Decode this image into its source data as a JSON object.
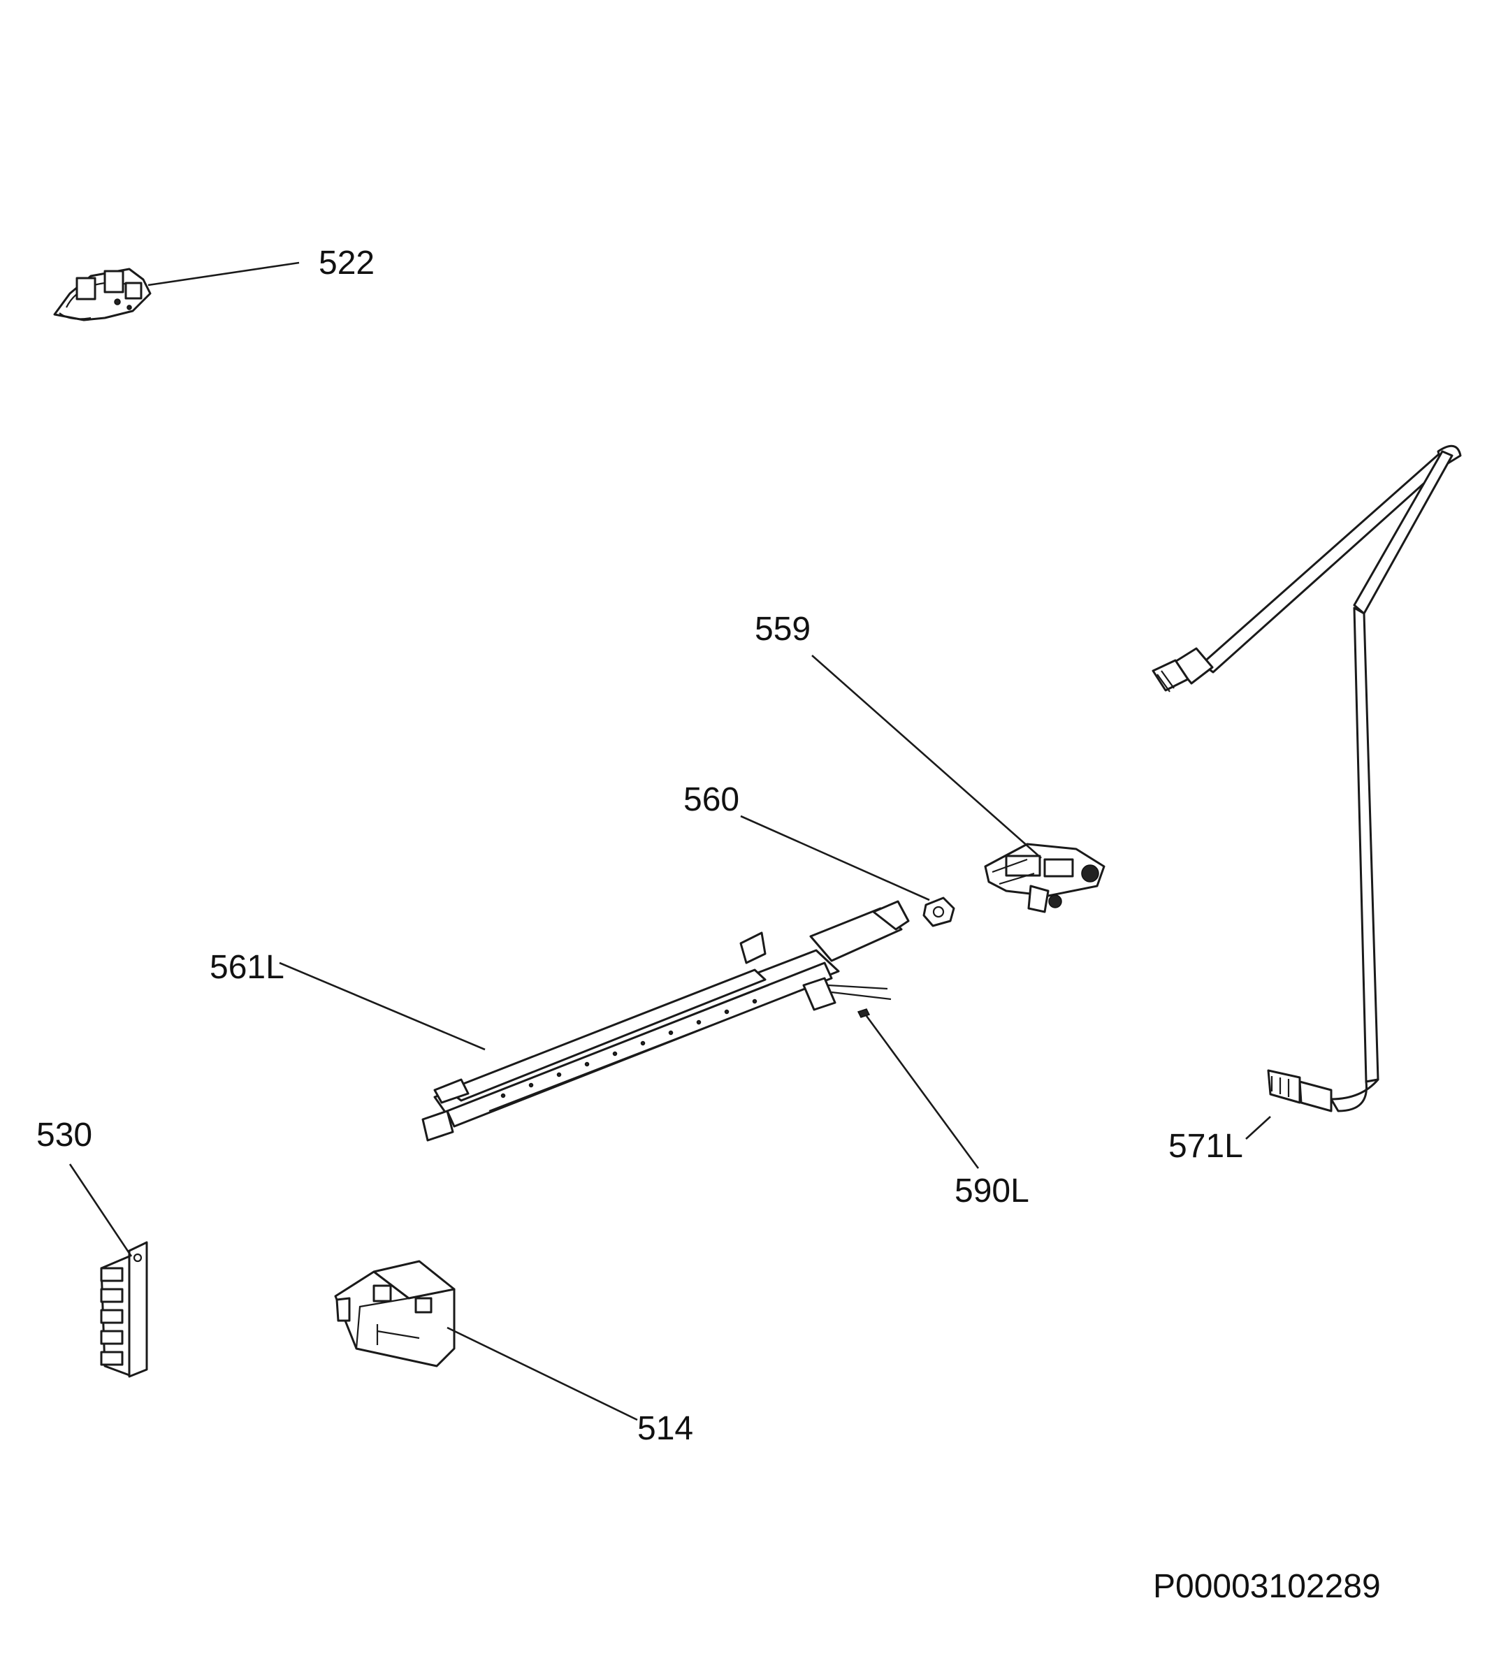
{
  "diagram": {
    "callouts": {
      "c522": "522",
      "c559": "559",
      "c560": "560",
      "c561L": "561L",
      "c530": "530",
      "c590L": "590L",
      "c571L": "571L",
      "c514": "514"
    },
    "document_id": "P00003102289"
  }
}
